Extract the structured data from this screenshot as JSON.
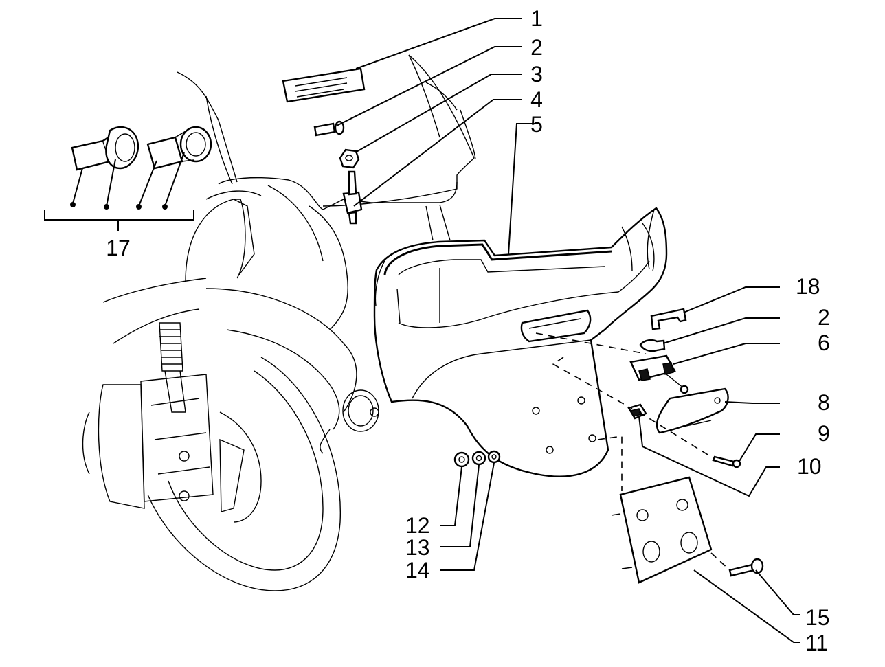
{
  "callouts": [
    {
      "id": "c1",
      "label": "1"
    },
    {
      "id": "c2a",
      "label": "2"
    },
    {
      "id": "c3",
      "label": "3"
    },
    {
      "id": "c4",
      "label": "4"
    },
    {
      "id": "c5",
      "label": "5"
    },
    {
      "id": "c18",
      "label": "18"
    },
    {
      "id": "c2b",
      "label": "2"
    },
    {
      "id": "c6",
      "label": "6"
    },
    {
      "id": "c8",
      "label": "8"
    },
    {
      "id": "c9",
      "label": "9"
    },
    {
      "id": "c10",
      "label": "10"
    },
    {
      "id": "c12",
      "label": "12"
    },
    {
      "id": "c13",
      "label": "13"
    },
    {
      "id": "c14",
      "label": "14"
    },
    {
      "id": "c15",
      "label": "15"
    },
    {
      "id": "c11",
      "label": "11"
    },
    {
      "id": "c17",
      "label": "17"
    }
  ]
}
